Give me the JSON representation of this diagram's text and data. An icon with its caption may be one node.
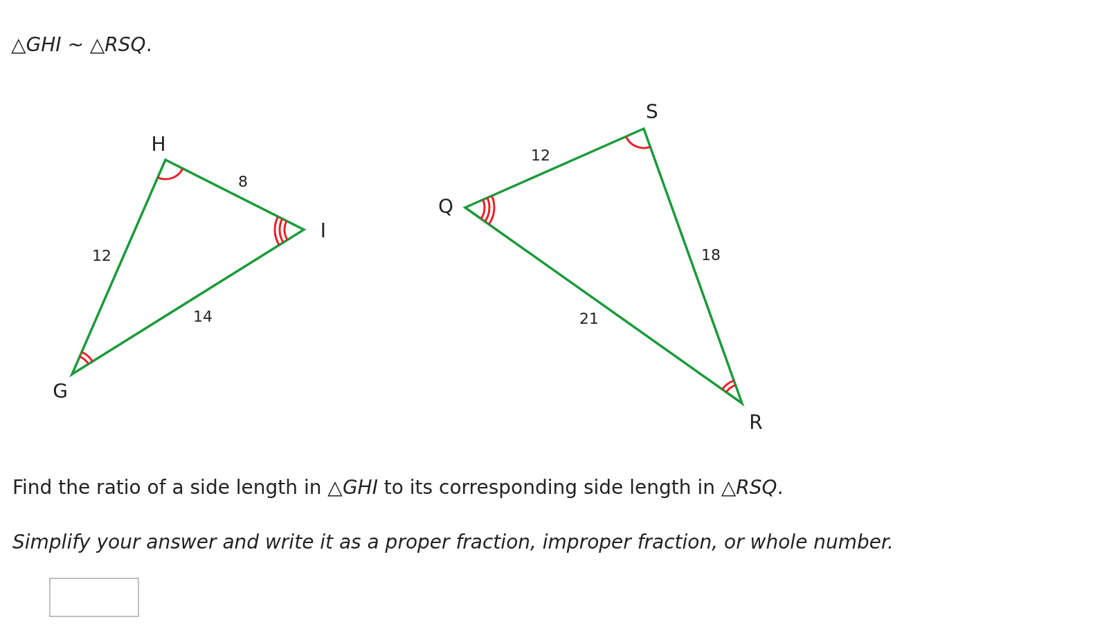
{
  "diagram": {
    "labels": [
      "△*GHI* ~ △*RSQ*.",
      "H",
      "8",
      "I",
      "12",
      "14",
      "G",
      "S",
      "12",
      "Q",
      "18",
      "21",
      "R",
      "Find the ratio of a side length in △*GHI* to its corresponding side length in △*RSQ*.",
      "Simplify your answer and write it as a proper fraction, improper fraction, or whole number."
    ]
  }
}
